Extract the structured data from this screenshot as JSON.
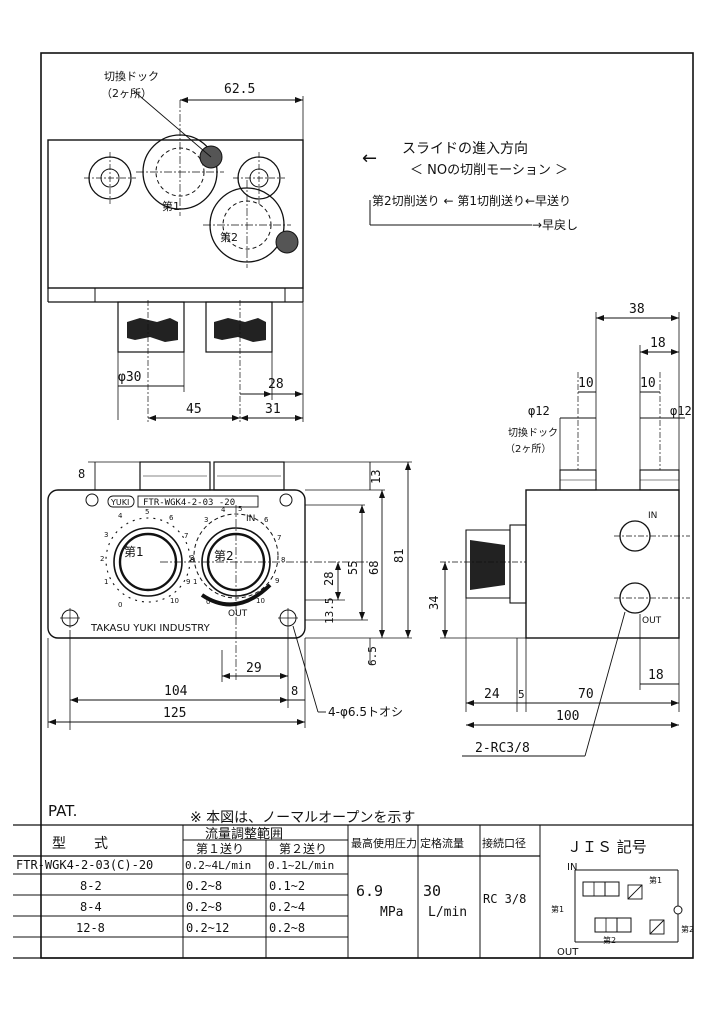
{
  "top_view": {
    "dock_label_1": "切換ドック",
    "dock_label_2": "（2ヶ所）",
    "dim_62_5": "62.5",
    "stage1": "第1",
    "stage2": "第2",
    "dim_phi30": "φ30",
    "dim_28": "28",
    "dim_45": "45",
    "dim_31": "31"
  },
  "direction": {
    "arrow": "←",
    "title": "スライドの進入方向",
    "subtitle": "＜ NOの切削モーション ＞",
    "sequence": "第2切削送り ← 第1切削送り←早送り",
    "return": "→早戻し"
  },
  "front_view": {
    "model_badge": "YUKI",
    "model_name": "FTR-WGK4-2-03 -20",
    "stage1": "第1",
    "stage2": "第2",
    "in_label": "IN",
    "out_label": "OUT",
    "maker": "TAKASU YUKI INDUSTRY",
    "dim_8": "8",
    "dim_13": "13",
    "dim_28": "28",
    "dim_55": "55",
    "dim_68": "68",
    "dim_81": "81",
    "dim_13_5": "13.5",
    "dim_6_5": "6.5",
    "dim_29": "29",
    "dim_104": "104",
    "dim_8b": "8",
    "dim_125": "125",
    "hole_note": "4-φ6.5トオシ",
    "scale_1": [
      "4",
      "5",
      "6",
      "7",
      "8",
      "9",
      "10",
      "0",
      "1",
      "2",
      "3"
    ],
    "scale_2": [
      "3",
      "4",
      "5",
      "6",
      "7",
      "8",
      "9",
      "10",
      "0",
      "1",
      "2"
    ]
  },
  "side_view": {
    "dim_38": "38",
    "dim_18_top": "18",
    "dim_10a": "10",
    "dim_10b": "10",
    "dim_phi12a": "φ12",
    "dim_phi12b": "φ12",
    "dock_label_1": "切換ドック",
    "dock_label_2": "（2ヶ所）",
    "in_label": "IN",
    "out_label": "OUT",
    "dim_34": "34",
    "dim_18_bottom": "18",
    "dim_24": "24",
    "dim_5": "5",
    "dim_70": "70",
    "dim_100": "100",
    "port_note": "2-RC3/8"
  },
  "table": {
    "pat": "PAT.",
    "note": "※ 本図は、ノーマルオープンを示す",
    "header_model": "型　　式",
    "header_flow": "流量調整範囲",
    "header_feed1": "第１送り",
    "header_feed2": "第２送り",
    "header_pressure": "最高使用圧力",
    "header_rated": "定格流量",
    "header_port": "接続口径",
    "header_jis": "ＪＩＳ 記号",
    "rows": [
      {
        "model": "FTR-WGK4-2-03(C)-20",
        "feed1": "0.2~4L/min",
        "feed2": "0.1~2L/min"
      },
      {
        "model": "8-2",
        "feed1": "0.2~8",
        "feed2": "0.1~2"
      },
      {
        "model": "8-4",
        "feed1": "0.2~8",
        "feed2": "0.2~4"
      },
      {
        "model": "12-8",
        "feed1": "0.2~12",
        "feed2": "0.2~8"
      }
    ],
    "pressure_value": "6.9",
    "pressure_unit": "MPa",
    "rated_value": "30",
    "rated_unit": "L/min",
    "port_value": "RC 3/8",
    "jis_in": "IN",
    "jis_out": "OUT",
    "jis_stage1a": "第1",
    "jis_stage1b": "第1",
    "jis_stage2a": "第2",
    "jis_stage2b": "第2"
  }
}
